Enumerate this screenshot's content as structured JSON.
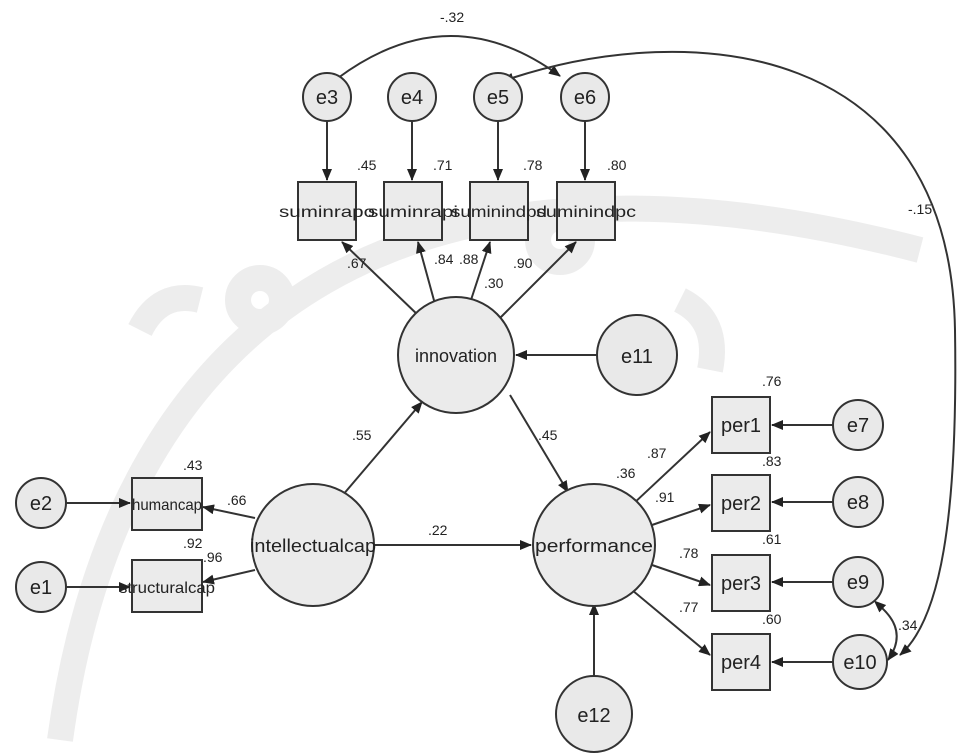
{
  "error_nodes": {
    "e1": "e1",
    "e2": "e2",
    "e3": "e3",
    "e4": "e4",
    "e5": "e5",
    "e6": "e6",
    "e7": "e7",
    "e8": "e8",
    "e9": "e9",
    "e10": "e10",
    "e11": "e11",
    "e12": "e12"
  },
  "latent_nodes": {
    "innovation": "innovation",
    "intellectualcap": "intellectualcap",
    "performance": "performance"
  },
  "observed_nodes": {
    "suminrapo": "suminrapo",
    "suminrapi": "suminrapi",
    "suminindpd": "suminindpd",
    "suminindpc": "suminindpc",
    "humancap": "humancap",
    "structuralcap": "structuralcap",
    "per1": "per1",
    "per2": "per2",
    "per3": "per3",
    "per4": "per4"
  },
  "coefficients": {
    "r2_suminrapo": ".45",
    "r2_suminrapi": ".71",
    "r2_suminindpd": ".78",
    "r2_suminindpc": ".80",
    "load_suminrapo": ".67",
    "load_suminrapi": ".84",
    "load_suminindpd": ".88",
    "load_suminindpc": ".90",
    "r2_innovation": ".30",
    "cov_e3_e6": "-.32",
    "cov_e6_e10": "-.15",
    "path_ic_innovation": ".55",
    "path_innovation_performance": ".45",
    "path_ic_performance": ".22",
    "r2_humancap": ".43",
    "load_humancap": ".66",
    "r2_structuralcap": ".92",
    "load_structuralcap": ".96",
    "r2_performance": ".36",
    "load_per1": ".87",
    "r2_per1": ".76",
    "load_per2": ".91",
    "r2_per2": ".83",
    "load_per3": ".78",
    "r2_per3": ".61",
    "load_per4": ".77",
    "r2_per4": ".60",
    "cov_e9_e10": ".34"
  }
}
